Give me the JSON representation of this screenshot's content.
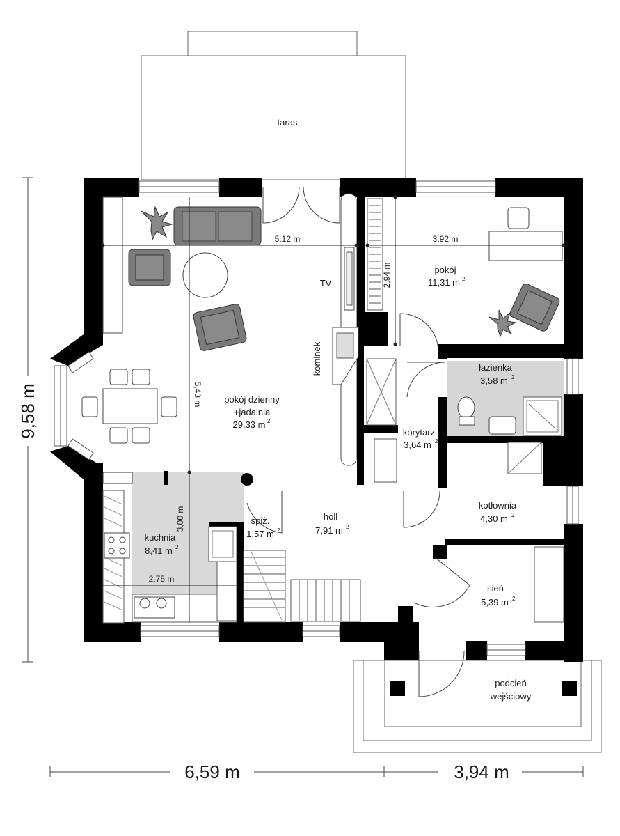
{
  "rooms": {
    "taras": "taras",
    "living_1": "pokój dzienny",
    "living_2": "+jadalnia",
    "living_area": "29,33 m",
    "pokoj": "pokój",
    "pokoj_area": "11,31 m",
    "lazienka": "łazienka",
    "lazienka_area": "3,58 m",
    "korytarz": "korytarz",
    "korytarz_area": "3,64 m",
    "kotlownia": "kotłownia",
    "kotlownia_area": "4,30 m",
    "kuchnia": "kuchnia",
    "kuchnia_area": "8,41 m",
    "spiz": "spiż.",
    "spiz_area": "1,57 m",
    "holl": "holl",
    "holl_area": "7,91 m",
    "sien": "sień",
    "sien_area": "5,39 m",
    "podcien_1": "podcień",
    "podcien_2": "wejściowy"
  },
  "labels": {
    "tv": "TV",
    "kominek": "kominek",
    "sup": "2"
  },
  "dimensions": {
    "living_width": "5,12 m",
    "room_width": "3,92 m",
    "room_depth": "2,94 m",
    "living_depth": "5,43 m",
    "kitchen_depth": "3,00 m",
    "kitchen_width": "2,75 m",
    "total_height": "9,58 m",
    "width_left": "6,59 m",
    "width_right": "3,94 m"
  }
}
